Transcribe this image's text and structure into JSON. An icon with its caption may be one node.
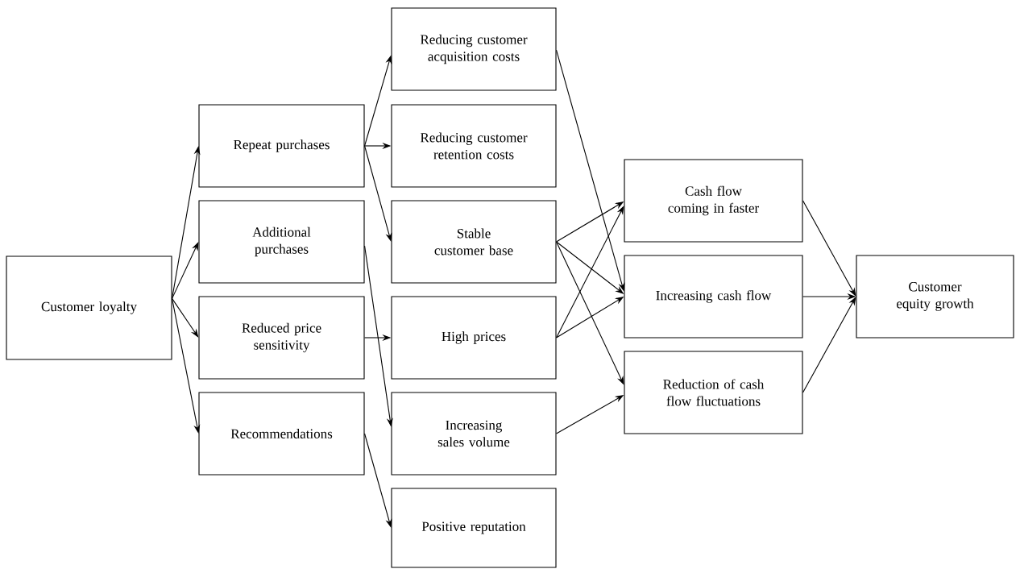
{
  "diagram": {
    "nodes": [
      {
        "text": [
          "Customer loyalty"
        ]
      },
      {
        "text": [
          "Repeat purchases"
        ]
      },
      {
        "text": [
          "Additional purchases"
        ]
      },
      {
        "text": [
          "Reduced price sensitivity"
        ]
      },
      {
        "text": [
          "Recommendations"
        ]
      },
      {
        "text": [
          "Reducing customer acquisition costs"
        ]
      },
      {
        "text": [
          "Reducing customer retention costs"
        ]
      },
      {
        "text": [
          "Stable customer base"
        ]
      },
      {
        "text": [
          "High prices"
        ]
      },
      {
        "text": [
          "Increasing sales volume"
        ]
      },
      {
        "text": [
          "Positive reputation"
        ]
      },
      {
        "text": [
          "Cash flow coming in faster"
        ]
      },
      {
        "text": [
          "Increasing cash flow"
        ]
      },
      {
        "text": [
          "Reduction of cash flow fluctuations"
        ]
      },
      {
        "text": [
          "Customer equity growth"
        ]
      }
    ],
    "edges": [
      {
        "from": 0,
        "to": 1,
        "arrow": "to"
      },
      {
        "from": 0,
        "to": 2,
        "arrow": "to"
      },
      {
        "from": 0,
        "to": 3,
        "arrow": "to"
      },
      {
        "from": 0,
        "to": 4,
        "arrow": "to"
      },
      {
        "from": 1,
        "to": 5,
        "arrow": "to"
      },
      {
        "from": 1,
        "to": 6,
        "arrow": "to"
      },
      {
        "from": 1,
        "to": 7,
        "arrow": "to"
      },
      {
        "from": 2,
        "to": 9,
        "arrow": "to"
      },
      {
        "from": 3,
        "to": 8,
        "arrow": "to"
      },
      {
        "from": 4,
        "to": 10,
        "arrow": "to"
      },
      {
        "from": 5,
        "to": 12,
        "arrow": "to"
      },
      {
        "from": 7,
        "to": 11,
        "arrow": "to"
      },
      {
        "from": 7,
        "to": 12,
        "arrow": "to"
      },
      {
        "from": 7,
        "to": 13,
        "arrow": "to"
      },
      {
        "from": 8,
        "to": 11,
        "arrow": "to"
      },
      {
        "from": 8,
        "to": 12,
        "arrow": "to"
      },
      {
        "from": 9,
        "to": 13,
        "arrow": "to"
      },
      {
        "from": 11,
        "to": 14,
        "arrow": "to"
      },
      {
        "from": 12,
        "to": 14,
        "arrow": "to"
      },
      {
        "from": 13,
        "to": 14,
        "arrow": "to"
      }
    ]
  }
}
